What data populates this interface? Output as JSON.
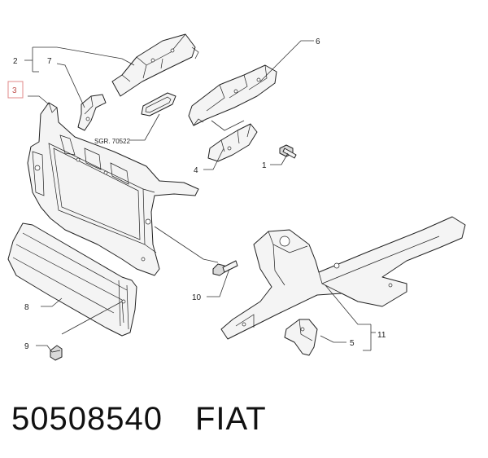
{
  "callouts": {
    "c1": "1",
    "c2": "2",
    "c3": "3",
    "c4": "4",
    "c5": "5",
    "c6": "6",
    "c7": "7",
    "c8": "8",
    "c9": "9",
    "c10": "10",
    "c11": "11"
  },
  "seal_label": "SGR. 70522",
  "footer": {
    "part_number": "50508540",
    "brand": "FIAT"
  },
  "highlight_color": "#e28a8a"
}
